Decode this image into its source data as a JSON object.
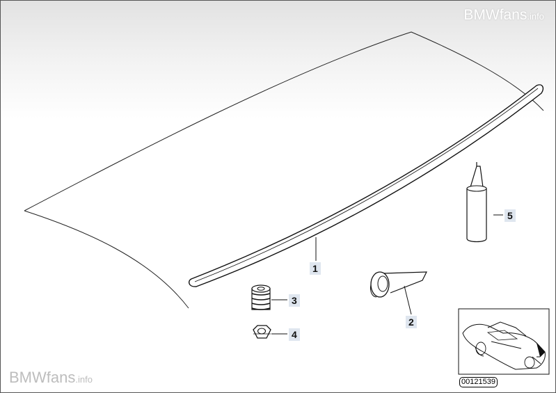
{
  "watermark": {
    "site": "BMWfans",
    "tld": ".info"
  },
  "callouts": [
    "1",
    "2",
    "3",
    "4",
    "5"
  ],
  "reference_number": "00121539"
}
